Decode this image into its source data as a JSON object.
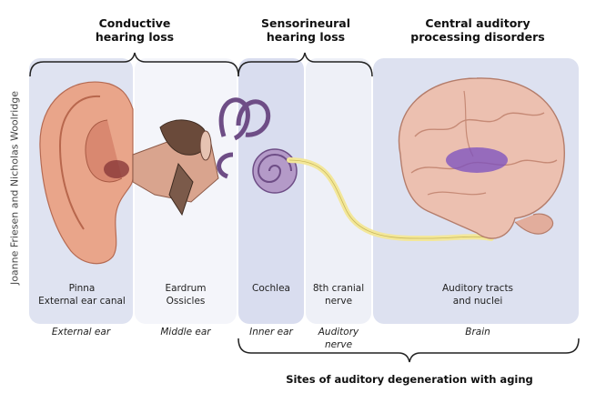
{
  "categories": {
    "conductive": "Conductive\nhearing loss",
    "sensorineural": "Sensorineural\nhearing loss",
    "central": "Central auditory\nprocessing disorders"
  },
  "structures": {
    "pinna": "Pinna\nExternal ear canal",
    "eardrum": "Eardrum\nOssicles",
    "cochlea": "Cochlea",
    "nerve": "8th cranial\nnerve",
    "tracts": "Auditory tracts\nand nuclei"
  },
  "regions": {
    "external": "External ear",
    "middle": "Middle ear",
    "inner": "Inner ear",
    "auditory": "Auditory\nnerve",
    "brain": "Brain"
  },
  "footer": "Sites of auditory degeneration with aging",
  "credit": "Joanne Friesen and Nicholas Woolridge",
  "colors": {
    "panel": "#dfe3f1",
    "panel_alt": "#d6dbee",
    "brace": "#222222",
    "nerve": "#f3e79a",
    "highlight": "#7a4fc0"
  }
}
